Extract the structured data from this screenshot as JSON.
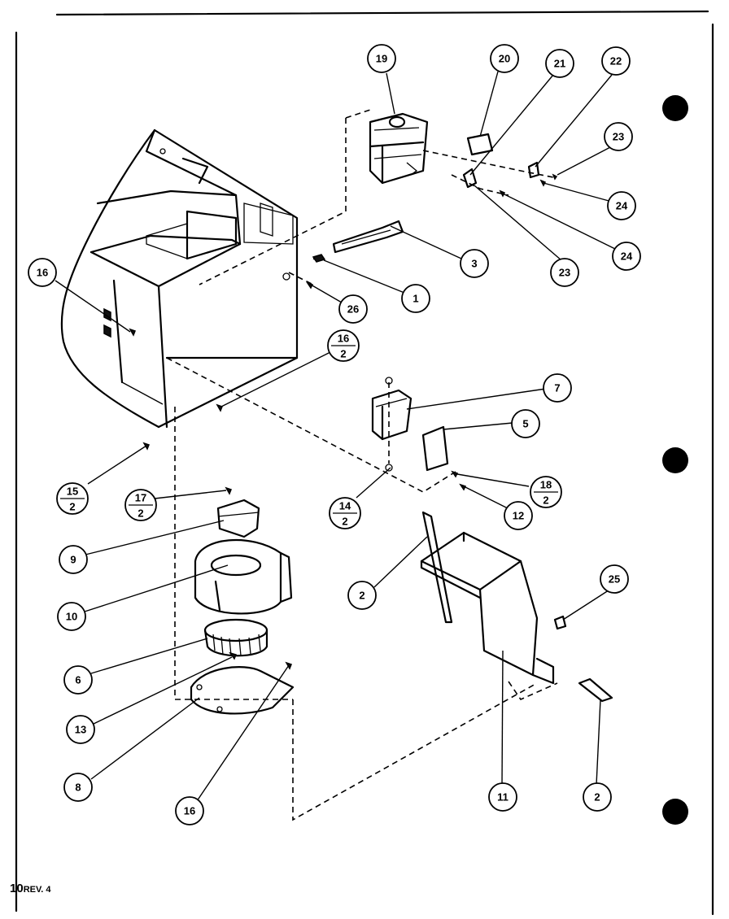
{
  "footer": {
    "page": "10",
    "revision": "REV. 4"
  },
  "callouts": [
    {
      "id": "c19",
      "label": "19"
    },
    {
      "id": "c20",
      "label": "20"
    },
    {
      "id": "c21",
      "label": "21"
    },
    {
      "id": "c22",
      "label": "22"
    },
    {
      "id": "c23a",
      "label": "23"
    },
    {
      "id": "c24a",
      "label": "24"
    },
    {
      "id": "c24b",
      "label": "24"
    },
    {
      "id": "c23b",
      "label": "23"
    },
    {
      "id": "c3",
      "label": "3"
    },
    {
      "id": "c1",
      "label": "1"
    },
    {
      "id": "c26",
      "label": "26"
    },
    {
      "id": "c16a",
      "label": "16"
    },
    {
      "id": "c7",
      "label": "7"
    },
    {
      "id": "c5",
      "label": "5"
    },
    {
      "id": "c12",
      "label": "12"
    },
    {
      "id": "c9",
      "label": "9"
    },
    {
      "id": "c10",
      "label": "10"
    },
    {
      "id": "c2a",
      "label": "2"
    },
    {
      "id": "c25",
      "label": "25"
    },
    {
      "id": "c6",
      "label": "6"
    },
    {
      "id": "c13",
      "label": "13"
    },
    {
      "id": "c8",
      "label": "8"
    },
    {
      "id": "c16b",
      "label": "16"
    },
    {
      "id": "c11",
      "label": "11"
    },
    {
      "id": "c2b",
      "label": "2"
    }
  ],
  "fraction_callouts": [
    {
      "id": "f16",
      "num": "16",
      "den": "2"
    },
    {
      "id": "f15",
      "num": "15",
      "den": "2"
    },
    {
      "id": "f17",
      "num": "17",
      "den": "2"
    },
    {
      "id": "f14",
      "num": "14",
      "den": "2"
    },
    {
      "id": "f18",
      "num": "18",
      "den": "2"
    }
  ]
}
